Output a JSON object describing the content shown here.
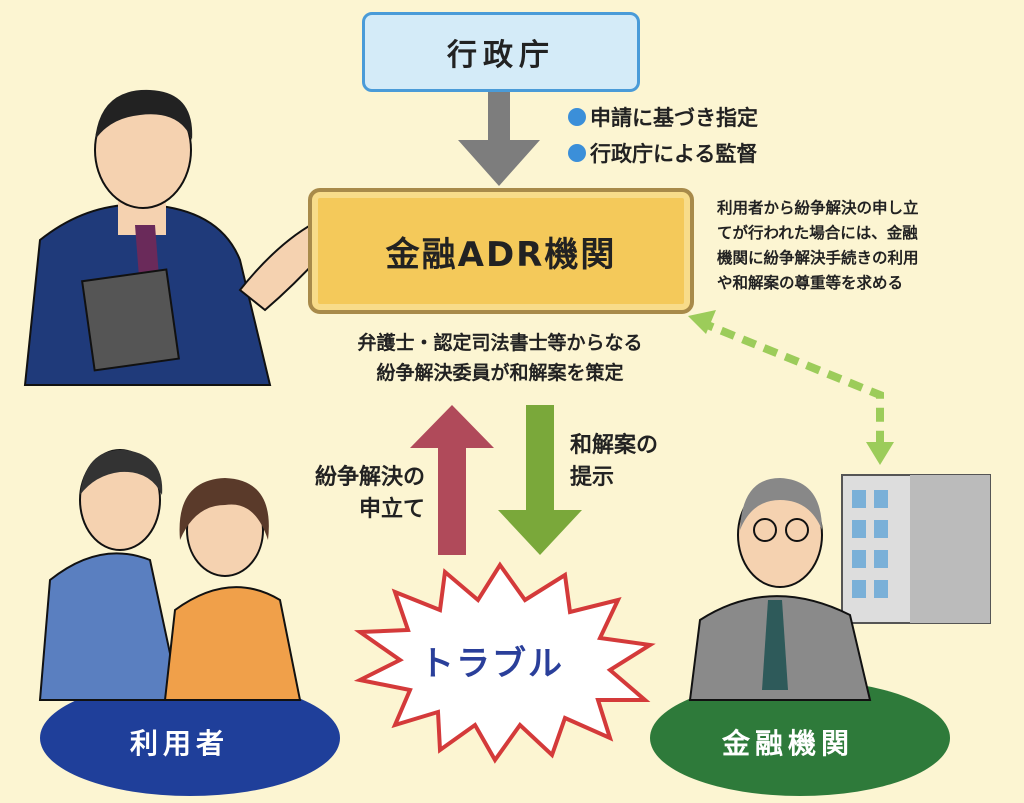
{
  "agency": {
    "label": "行政庁"
  },
  "agency_notes": [
    "申請に基づき指定",
    "行政庁による監督"
  ],
  "adr": {
    "label": "金融ADR機関"
  },
  "right_note": [
    "利用者から紛争解決の申し立",
    "てが行われた場合には、金融",
    "機関に紛争解決手続きの利用",
    "や和解案の尊重等を求める"
  ],
  "committee_note": [
    "弁護士・認定司法書士等からなる",
    "紛争解決委員が和解案を策定"
  ],
  "request_label": [
    "紛争解決の",
    "申立て"
  ],
  "proposal_label": [
    "和解案の",
    "提示"
  ],
  "trouble": {
    "label": "トラブル"
  },
  "user": {
    "label": "利用者"
  },
  "institution": {
    "label": "金融機関"
  },
  "colors": {
    "agency_border": "#4a9bd8",
    "adr_fill": "#f4c95a",
    "request_arrow": "#b04a5a",
    "proposal_arrow": "#7aa83a",
    "user_oval": "#1f3f9a",
    "institution_oval": "#2e7a3a"
  }
}
